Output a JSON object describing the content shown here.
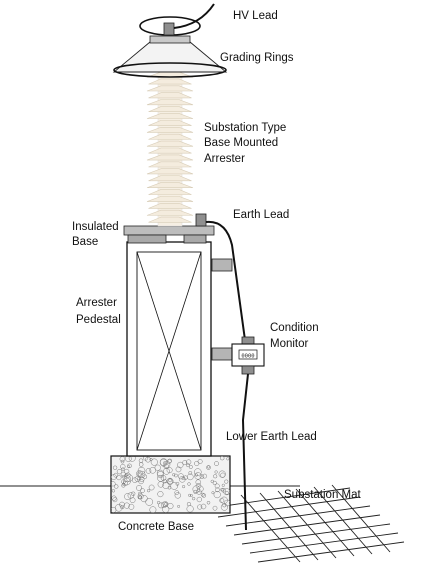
{
  "labels": {
    "hv_lead": "HV Lead",
    "grading_rings": "Grading Rings",
    "arrester_line1": "Substation Type",
    "arrester_line2": "Base Mounted",
    "arrester_line3": "Arrester",
    "insulated_line1": "Insulated",
    "insulated_line2": "Base",
    "earth_lead": "Earth Lead",
    "pedestal_line1": "Arrester",
    "pedestal_line2": "Pedestal",
    "monitor_line1": "Condition",
    "monitor_line2": "Monitor",
    "monitor_display": "0000",
    "lower_earth_lead": "Lower Earth Lead",
    "substation_mat": "Substation Mat",
    "concrete_base": "Concrete Base"
  }
}
